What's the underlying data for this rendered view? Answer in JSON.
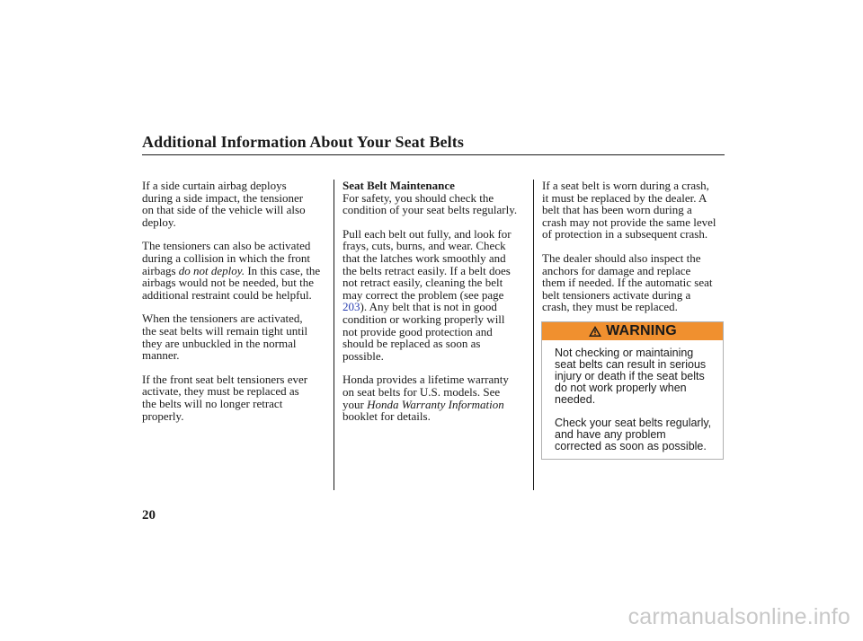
{
  "header": {
    "title": "Additional Information About Your Seat Belts"
  },
  "col1": {
    "p1": "If a side curtain airbag deploys\nduring a side impact, the tensioner\non that side of the vehicle will also\ndeploy.",
    "p2_a": "The tensioners can also be activated\nduring a collision in which the front\nairbags ",
    "p2_italic": "do not deploy.",
    "p2_b": " In this case, the\nairbags would not be needed, but the\nadditional restraint could be helpful.",
    "p3": "When the tensioners are activated,\nthe seat belts will remain tight until\nthey are unbuckled in the normal\nmanner.",
    "p4": "If the front seat belt tensioners ever\nactivate, they must be replaced as\nthe belts will no longer retract\nproperly."
  },
  "col2": {
    "subhead": "Seat Belt Maintenance",
    "p1": "For safety, you should check the\ncondition of your seat belts regularly.",
    "p2_a": "Pull each belt out fully, and look for\nfrays, cuts, burns, and wear. Check\nthat the latches work smoothly and\nthe belts retract easily. If a belt does\nnot retract easily, cleaning the belt\nmay correct the problem (see page\n",
    "p2_link": "203",
    "p2_b": "). Any belt that is not in good\ncondition or working properly will\nnot provide good protection and\nshould be replaced as soon as\npossible.",
    "p3_a": "Honda provides a lifetime warranty\non seat belts for U.S. models. See\nyour ",
    "p3_italic": "Honda Warranty Information",
    "p3_b": "\nbooklet for details."
  },
  "col3": {
    "p1": "If a seat belt is worn during a crash,\nit must be replaced by the dealer. A\nbelt that has been worn during a\ncrash may not provide the same level\nof protection in a subsequent crash.",
    "p2": "The dealer should also inspect the\nanchors for damage and replace\nthem if needed. If the automatic seat\nbelt tensioners activate during a\ncrash, they must be replaced."
  },
  "warning": {
    "label": "WARNING",
    "p1": "Not checking or maintaining\nseat belts can result in serious\ninjury or death if the seat belts\ndo not work properly when\nneeded.",
    "p2": "Check your seat belts regularly,\nand have any problem\ncorrected as soon as possible.",
    "bar_color": "#f0902f"
  },
  "footer": {
    "page_number": "20",
    "watermark": "carmanualsonline.info"
  }
}
